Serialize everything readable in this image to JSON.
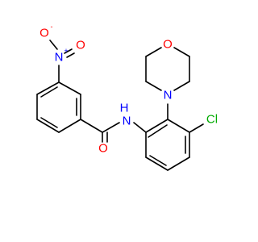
{
  "atoms": {
    "nitro_o_top": {
      "label": "O",
      "charge": "-",
      "color": "#ff0000"
    },
    "nitro_n": {
      "label": "N",
      "charge": "+",
      "color": "#0000ff"
    },
    "nitro_o_right": {
      "label": "O",
      "color": "#ff0000"
    },
    "carbonyl_o": {
      "label": "O",
      "color": "#ff0000"
    },
    "amide_n": {
      "label": "N",
      "color": "#0000ff"
    },
    "amide_h": {
      "label": "H",
      "color": "#0000ff"
    },
    "morpholine_o": {
      "label": "O",
      "color": "#ff0000"
    },
    "morpholine_n": {
      "label": "N",
      "color": "#0000ff"
    },
    "chlorine": {
      "label": "Cl",
      "color": "#00aa00"
    }
  },
  "colors": {
    "bond": "#000000",
    "background": "#ffffff"
  }
}
